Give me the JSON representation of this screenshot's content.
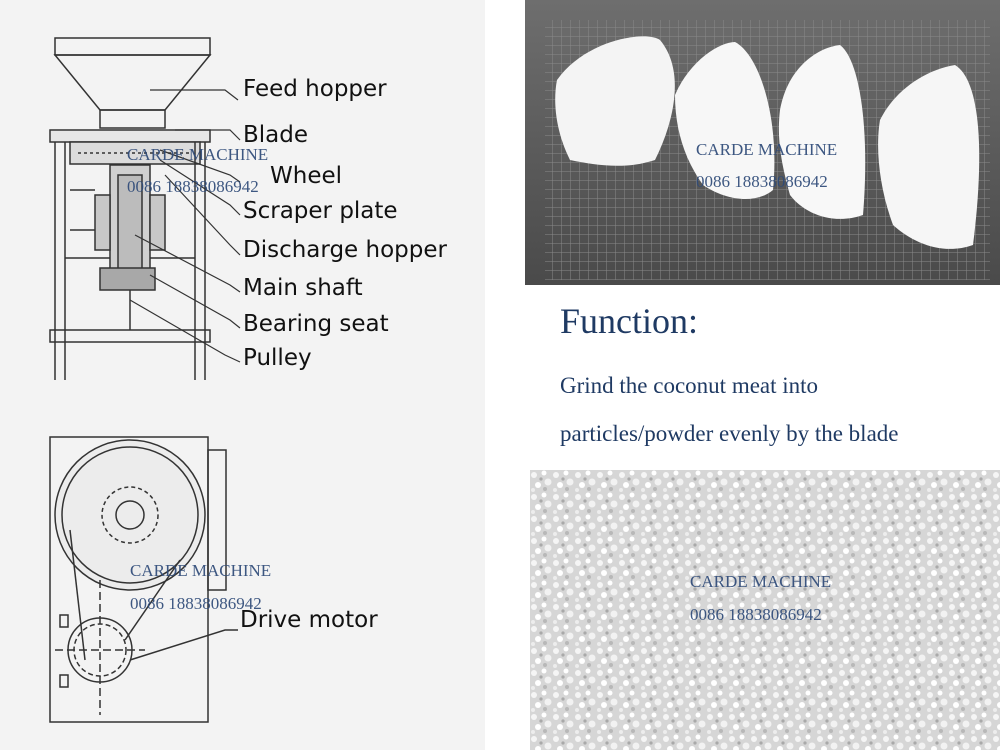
{
  "diagram": {
    "labels": {
      "feed_hopper": "Feed hopper",
      "blade": "Blade",
      "wheel": "Wheel",
      "scraper_plate": "Scraper plate",
      "discharge_hopper": "Discharge hopper",
      "main_shaft": "Main shaft",
      "bearing_seat": "Bearing seat",
      "pulley": "Pulley",
      "drive_motor": "Drive motor"
    }
  },
  "watermark": {
    "brand": "CARDE MACHINE",
    "phone": "0086 18838086942"
  },
  "function": {
    "title": "Function:",
    "line1": "Grind the coconut meat into",
    "line2": "particles/powder evenly by the blade"
  },
  "colors": {
    "text_blue": "#1f3a63",
    "watermark_blue": "#2e4a78",
    "diagram_bg": "#f3f3f3"
  }
}
